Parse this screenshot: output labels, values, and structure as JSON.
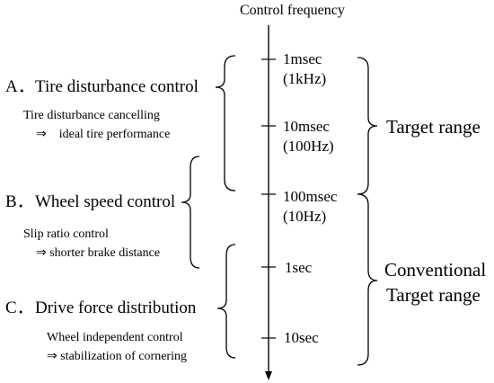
{
  "axis": {
    "title": "Control frequency"
  },
  "ticks": [
    {
      "period": "1msec",
      "freq": "(1kHz)"
    },
    {
      "period": "10msec",
      "freq": "(100Hz)"
    },
    {
      "period": "100msec",
      "freq": "(10Hz)"
    },
    {
      "period": "1sec",
      "freq": ""
    },
    {
      "period": "10sec",
      "freq": ""
    }
  ],
  "sections": [
    {
      "marker": "A．",
      "title": "Tire disturbance control",
      "line1": "Tire disturbance cancelling",
      "line2": "⇒　ideal tire performance"
    },
    {
      "marker": "B．",
      "title": "Wheel speed control",
      "line1": "Slip ratio control",
      "line2": "⇒  shorter brake distance"
    },
    {
      "marker": "C．",
      "title": "Drive force distribution",
      "line1": "Wheel independent control",
      "line2": "⇒  stabilization of cornering"
    }
  ],
  "ranges": {
    "target": "Target range",
    "conventional_line1": "Conventional",
    "conventional_line2": "Target range"
  },
  "colors": {
    "ink": "#000000",
    "background": "#ffffff"
  }
}
